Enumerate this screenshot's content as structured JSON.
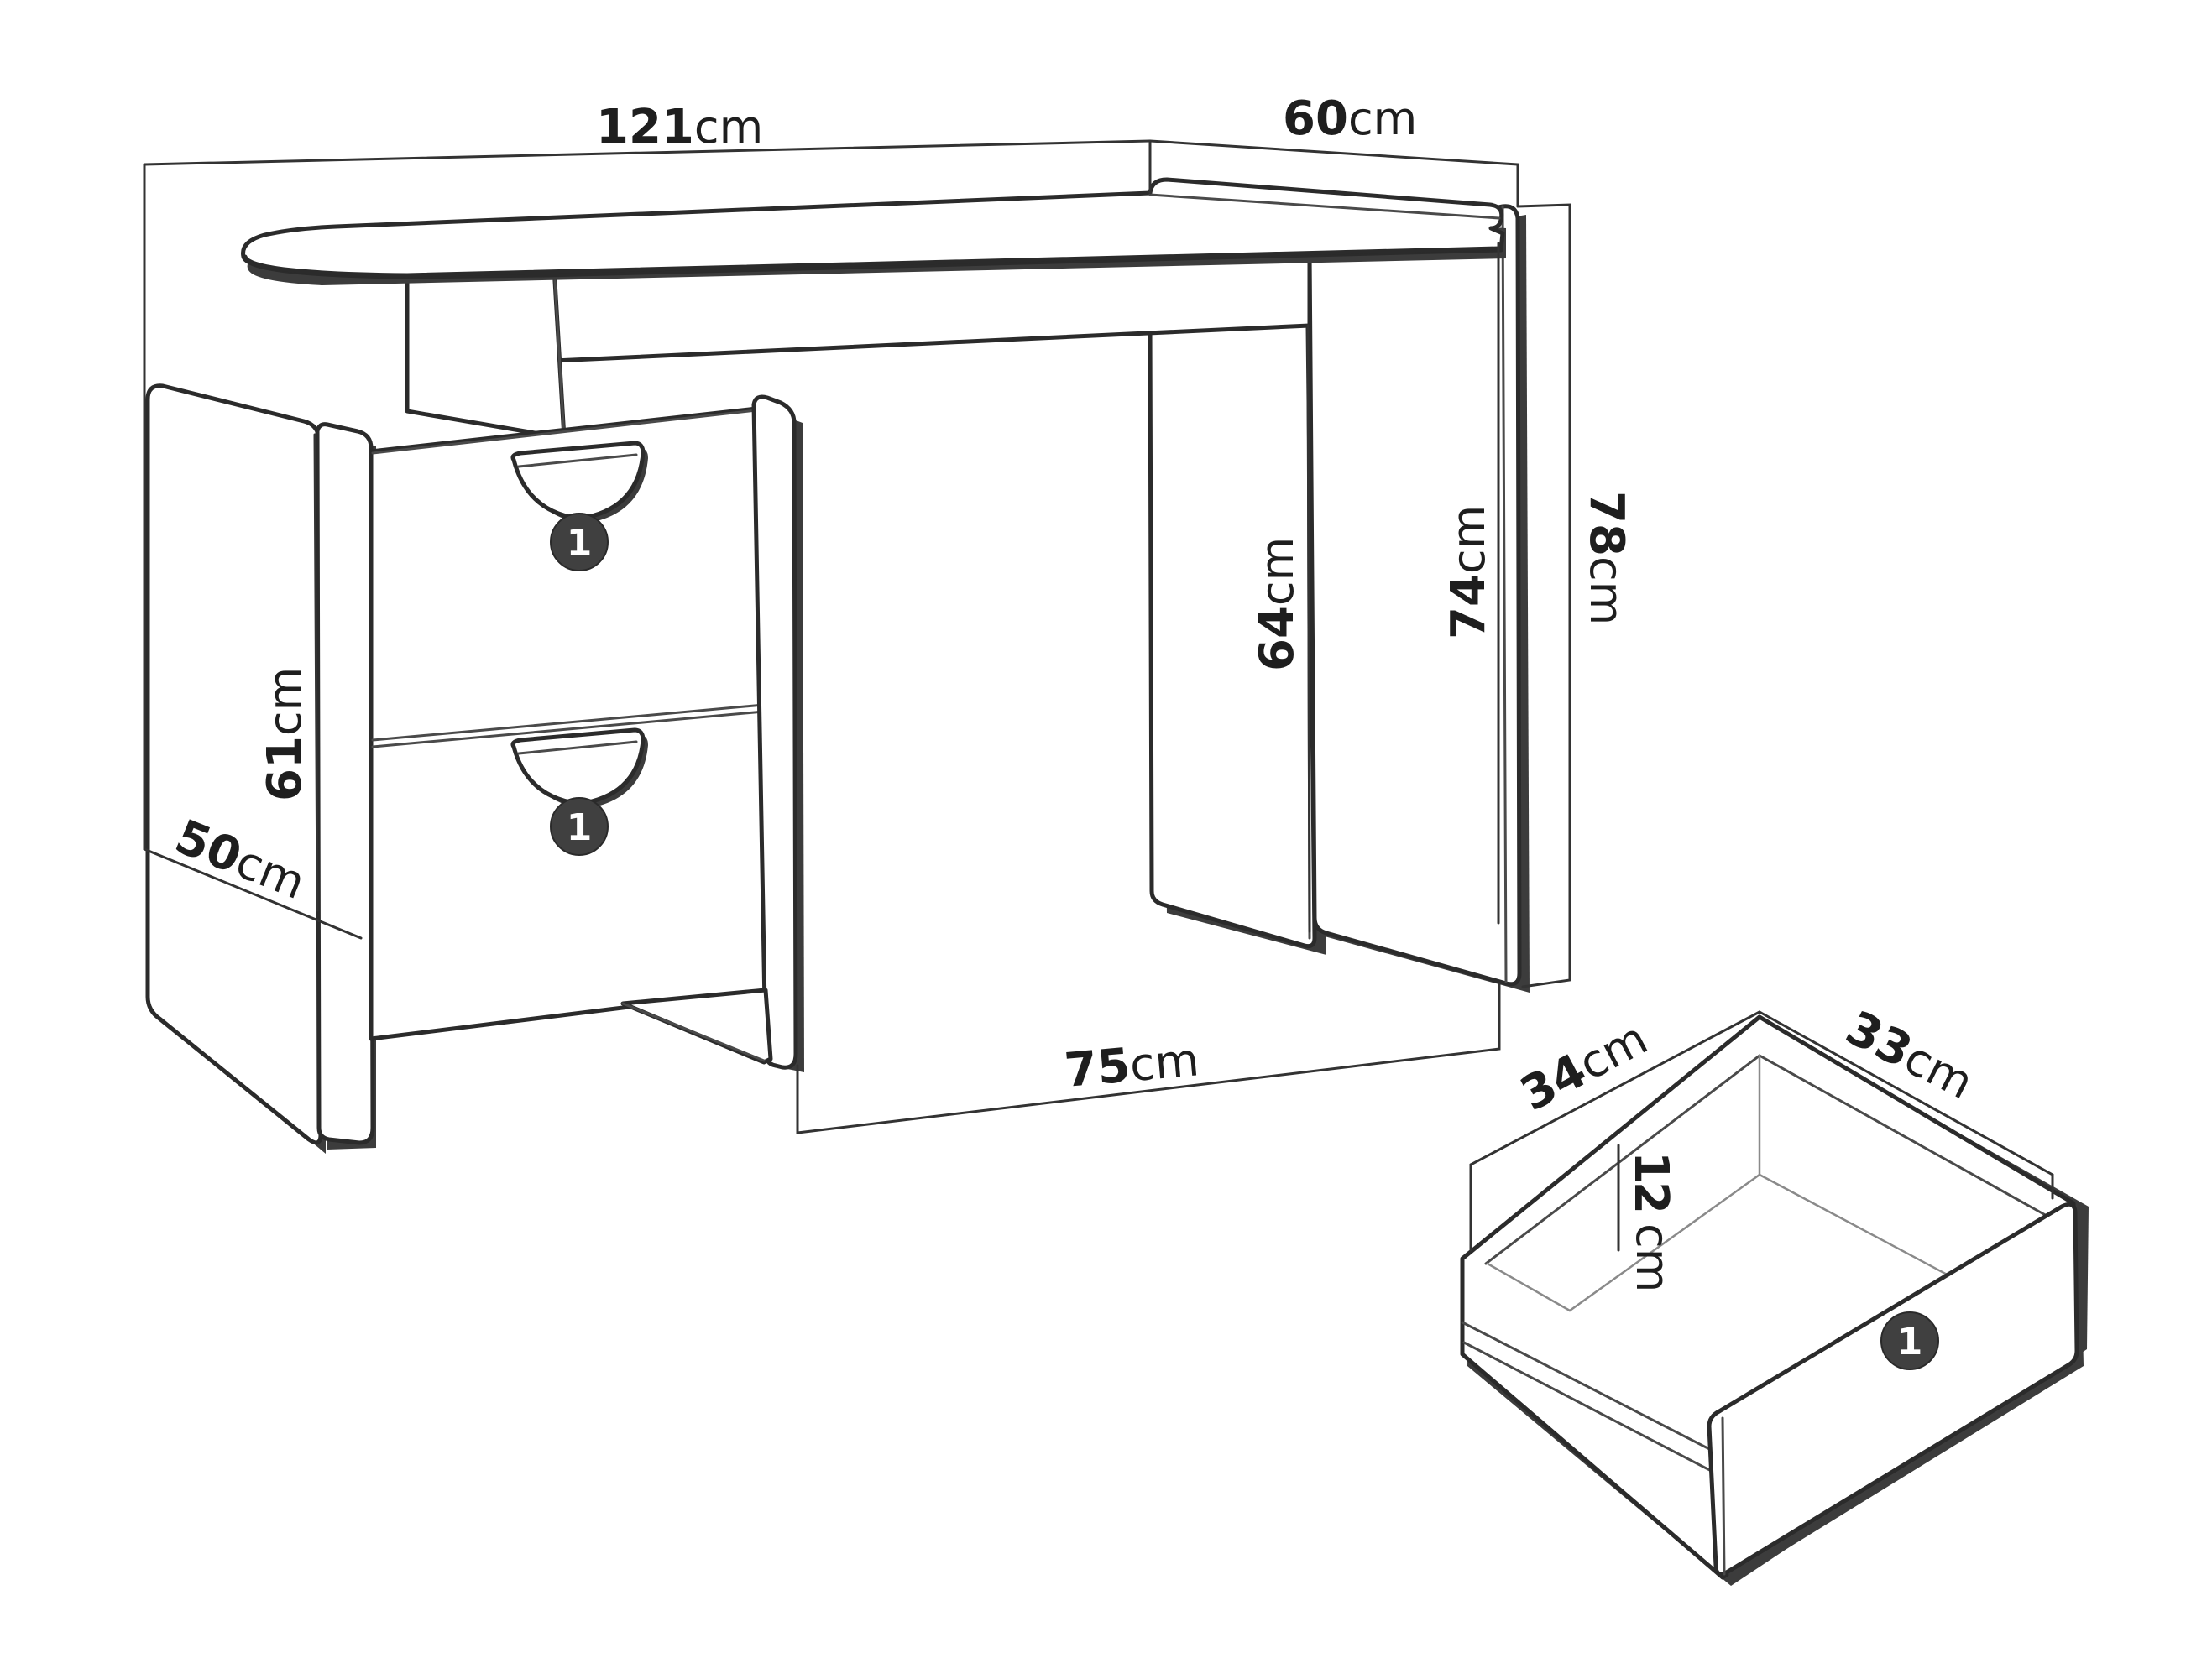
{
  "unit": "cm",
  "dimensions": {
    "desk_width": "121",
    "desk_depth": "60",
    "desk_height": "78",
    "desk_inner_height": "74",
    "leg_height": "64",
    "pedestal_height": "61",
    "pedestal_depth": "50",
    "knee_width": "75",
    "drawer_width": "34",
    "drawer_depth": "33",
    "drawer_height_digits": [
      "1",
      "2"
    ]
  },
  "markers": {
    "drawer_label": "1"
  }
}
